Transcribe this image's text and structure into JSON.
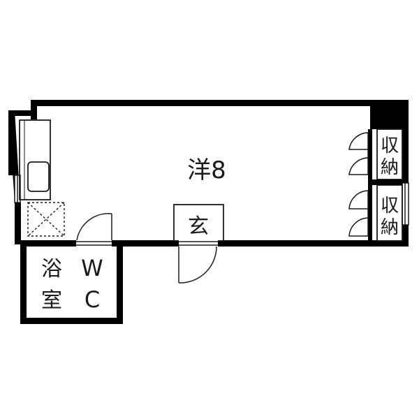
{
  "rooms": {
    "western": {
      "name": "洋",
      "size": "8"
    },
    "entrance": {
      "name": "玄"
    },
    "closet_top": {
      "line1": "収",
      "line2": "納"
    },
    "closet_bottom": {
      "line1": "収",
      "line2": "納"
    },
    "bath": {
      "line1": "浴",
      "line2": "室"
    },
    "toilet": {
      "line1": "W",
      "line2": "C"
    }
  },
  "colors": {
    "wall": "#000000",
    "line": "#1a1a1a",
    "background": "#ffffff"
  }
}
